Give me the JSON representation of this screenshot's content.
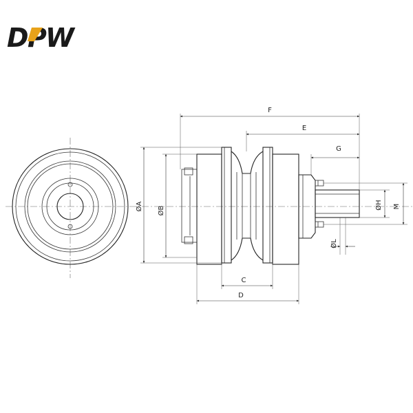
{
  "logo": {
    "text_part1": "D",
    "text_part2": "P",
    "text_part3": "W",
    "colors": {
      "dark": "#1a1a1a",
      "accent": "#e8a21a"
    }
  },
  "dimensions": {
    "F": "F",
    "E": "E",
    "G": "G",
    "A": "ØA",
    "B": "ØB",
    "H": "ØH",
    "M": "M",
    "L": "ØL",
    "C": "C",
    "D": "D"
  }
}
